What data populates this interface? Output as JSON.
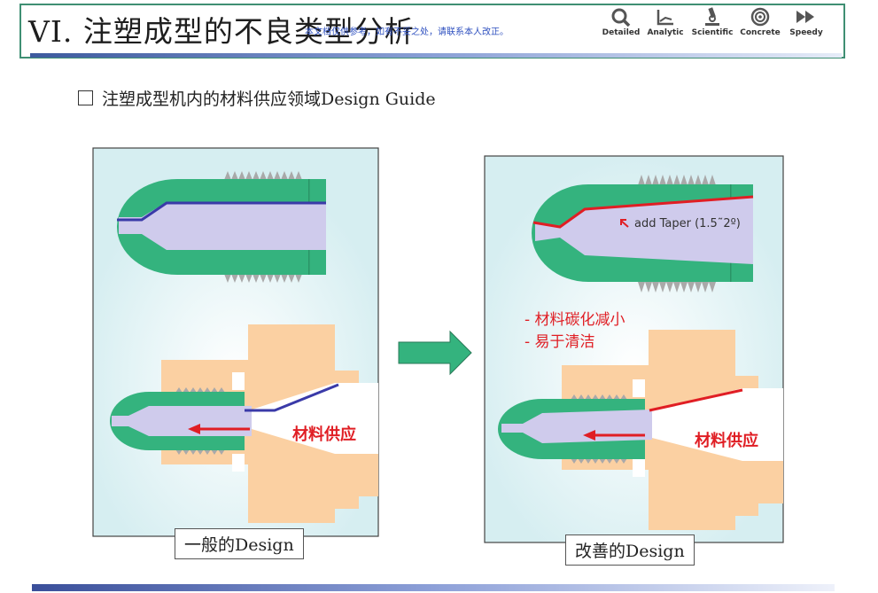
{
  "header": {
    "title": "VI. 注塑成型的不良类型分析",
    "watermark": "本文档仅供参考，如有不妥之处，请联系本人改正。",
    "nav_items": [
      {
        "label": "Detailed",
        "icon": "magnifier-icon"
      },
      {
        "label": "Analytic",
        "icon": "chart-icon"
      },
      {
        "label": "Scientific",
        "icon": "microscope-icon"
      },
      {
        "label": "Concrete",
        "icon": "target-icon"
      },
      {
        "label": "Speedy",
        "icon": "fast-forward-icon"
      }
    ]
  },
  "subtitle": "注塑成型机内的材料供应领域Design Guide",
  "left_panel": {
    "material_label": "材料供应",
    "caption": "一般的Design"
  },
  "right_panel": {
    "taper_note": "add Taper (1.5˜2º)",
    "bullets": [
      "- 材料碳化减小",
      "- 易于清洁"
    ],
    "material_label": "材料供应",
    "caption": "改善的Design"
  },
  "colors": {
    "teal": "#34b37e",
    "lavender": "#cfcbec",
    "peach": "#fbd0a2",
    "gray": "#a8a8a8",
    "panel_bg": "#d9eff2",
    "blue_line": "#3a3aa8",
    "red_line": "#e01e24"
  }
}
